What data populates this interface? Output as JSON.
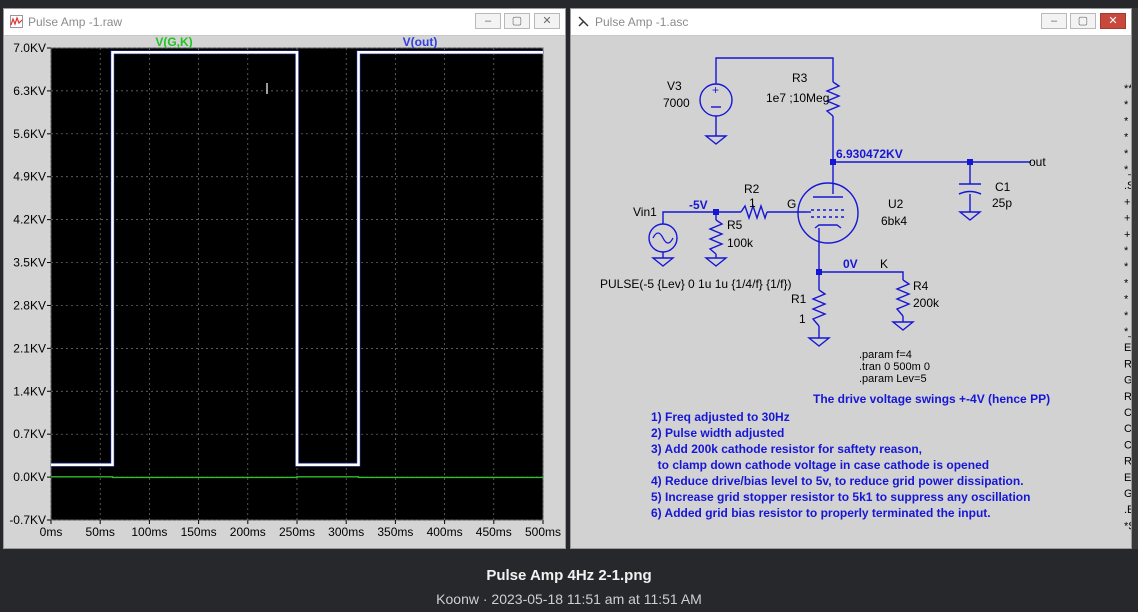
{
  "waveform_window": {
    "title": "Pulse Amp -1.raw",
    "traces": [
      {
        "name": "V(G,K)",
        "color": "#21c421"
      },
      {
        "name": "V(out)",
        "color": "#2f3fe0"
      }
    ],
    "trace_colors": {
      "vout": "#ffffff",
      "vgk": "#2fbf2f",
      "grid": "#7a7a7a",
      "background": "#000000"
    }
  },
  "chart_data": {
    "type": "line",
    "xlabel": "",
    "ylabel": "",
    "x_ticks": [
      "0ms",
      "50ms",
      "100ms",
      "150ms",
      "200ms",
      "250ms",
      "300ms",
      "350ms",
      "400ms",
      "450ms",
      "500ms"
    ],
    "y_ticks": [
      "7.0KV",
      "6.3KV",
      "5.6KV",
      "4.9KV",
      "4.2KV",
      "3.5KV",
      "2.8KV",
      "2.1KV",
      "1.4KV",
      "0.7KV",
      "0.0KV",
      "-0.7KV"
    ],
    "xlim": [
      0,
      500
    ],
    "ylim": [
      -0.7,
      7.0
    ],
    "grid": true,
    "series": [
      {
        "name": "V(out)",
        "x": [
          0,
          62.5,
          62.5,
          250,
          250,
          312.5,
          312.5,
          500
        ],
        "y": [
          0.2,
          0.2,
          6.93,
          6.93,
          0.2,
          0.2,
          6.93,
          6.93
        ]
      },
      {
        "name": "V(G,K)",
        "x": [
          0,
          62.5,
          62.5,
          250,
          250,
          312.5,
          312.5,
          500
        ],
        "y": [
          0.005,
          0.005,
          -0.005,
          -0.005,
          0.005,
          0.005,
          -0.005,
          -0.005
        ]
      }
    ]
  },
  "schematic_window": {
    "title": "Pulse Amp -1.asc",
    "components": {
      "v3_name": "V3",
      "v3_value": "7000",
      "r3_name": "R3",
      "r3_value": "1e7 ;10Meg",
      "node_voltage": "6.930472KV",
      "out_label": "out",
      "c1_name": "C1",
      "c1_value": "25p",
      "r2_name": "R2",
      "r2_value": "1",
      "g_label": "G",
      "u2_name": "U2",
      "u2_value": "6bk4",
      "vin_name": "Vin1",
      "minus5v": "-5V",
      "r5_name": "R5",
      "r5_value": "100k",
      "pulse": "PULSE(-5 {Lev} 0 1u 1u {1/4/f} {1/f})",
      "zero_v": "0V",
      "k_label": "K",
      "r4_name": "R4",
      "r4_value": "200k",
      "r1_name": "R1",
      "r1_value": "1"
    },
    "directives": [
      ".param f=4",
      ".tran 0 500m 0",
      ".param Lev=5"
    ],
    "heading": "The drive voltage swings +-4V (hence PP)",
    "notes": [
      "1) Freq adjusted to 30Hz",
      "2) Pulse width adjusted",
      "3) Add 200k cathode resistor for saftety reason,",
      "  to clamp down cathode voltage in case cathode is opened",
      "4) Reduce drive/bias level to 5v, to reduce grid power dissipation.",
      "5) Increase grid stopper resistor to 5k1 to suppress any oscillation",
      "6) Added grid bias resistor to properly terminated the input."
    ],
    "edge_glyphs": [
      "**",
      "*",
      "*",
      "*",
      "*",
      "*_",
      ".S",
      "+",
      "+",
      "+",
      "*",
      "*",
      "*",
      "*",
      "*",
      "*_",
      "E",
      "R",
      "G",
      "R",
      "C",
      "C",
      "C",
      "R",
      "E",
      "G",
      ".E",
      "*S"
    ]
  },
  "footer": {
    "filename": "Pulse Amp 4Hz 2-1.png",
    "meta": "Koonw · 2023-05-18 11:51 am at 11:51 AM"
  },
  "window_buttons": {
    "minimize": "–",
    "maximize": "▢",
    "close": "✕"
  }
}
